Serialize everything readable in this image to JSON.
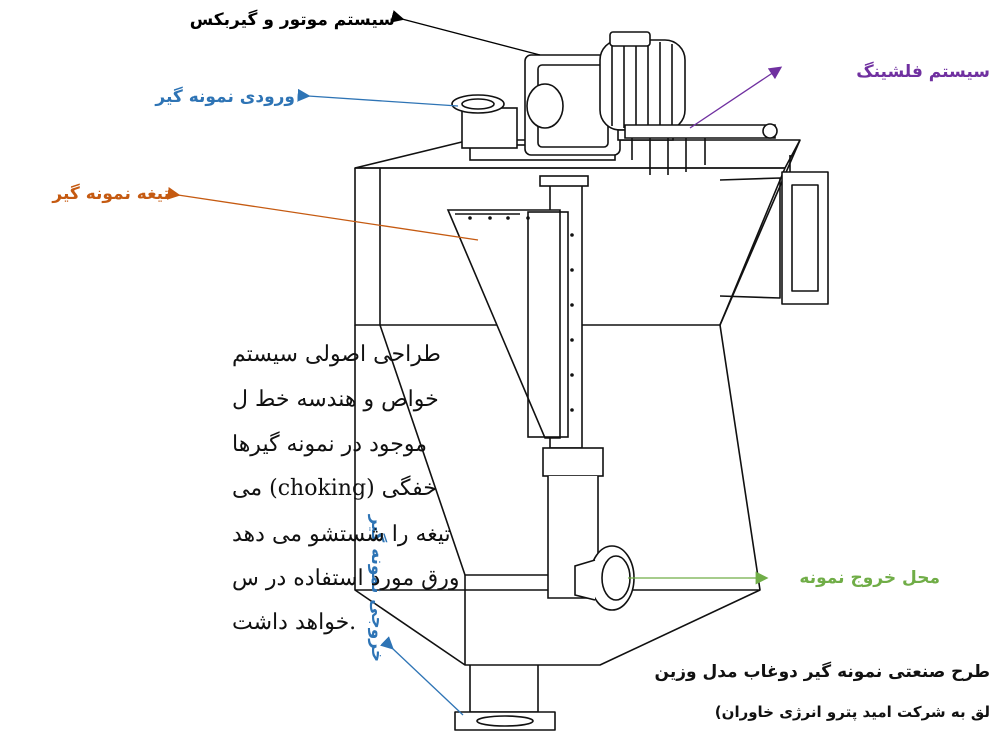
{
  "labels": {
    "motor": "سیستم موتور و گیربکس",
    "flushing": "سیستم فلشینگ",
    "inlet": "ورودی نمونه گیر",
    "blade": "تیغه نمونه گیر",
    "sample_exit": "محل خروج نمونه",
    "outlet": "خروجی نمونه گیر"
  },
  "colors": {
    "motor": "#000000",
    "flushing": "#7030a0",
    "inlet": "#2e74b5",
    "blade": "#c55a11",
    "sample_exit": "#70ad47",
    "outlet": "#2e74b5"
  },
  "paragraph": {
    "lines": [
      "طراحی اصولی سیستم",
      "خواص و هندسه خط ل",
      "موجود در نمونه گیرها",
      "خفگی (choking) می",
      "تیغه را شستشو می دهد",
      "ورق مورد استفاده در س",
      "خواهد داشت."
    ]
  },
  "caption": {
    "line1": "طرح صنعتی نمونه گیر دوغاب مدل وزین",
    "line2": "لق به شرکت امید پترو انرژی خاوران)"
  }
}
